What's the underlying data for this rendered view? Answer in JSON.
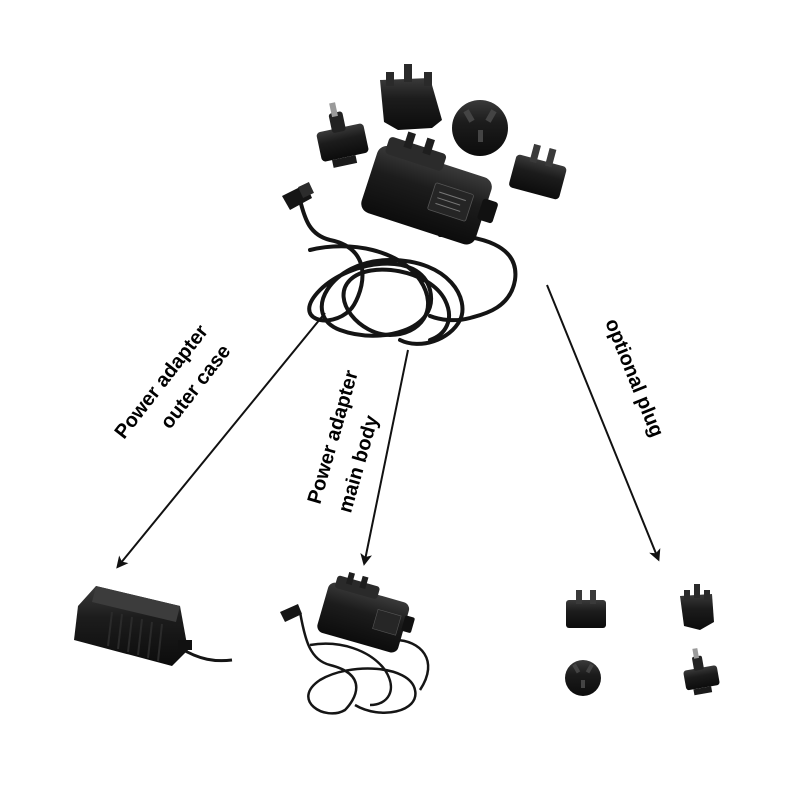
{
  "labels": {
    "outer_case": [
      "Power adapter",
      "outer case"
    ],
    "main_body": [
      "Power adapter",
      "main body"
    ],
    "optional_plug": "optional plug"
  },
  "components": [
    "adapter-main-with-cable",
    "eu-plug",
    "uk-plug",
    "au-plug",
    "us-plug",
    "outer-case",
    "main-body",
    "plug-us",
    "plug-uk",
    "plug-au",
    "plug-eu"
  ],
  "colors": {
    "body": "#1c1c1c",
    "body_dark": "#0f0f0f",
    "highlight": "#3a3a3a",
    "arrow": "#111111",
    "text": "#000000"
  }
}
